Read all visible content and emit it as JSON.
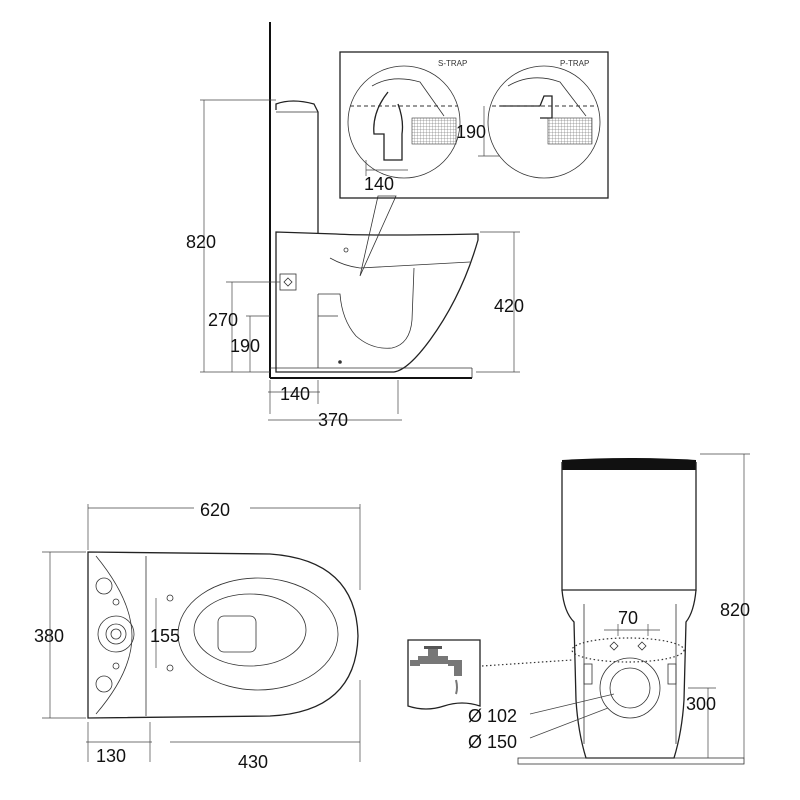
{
  "side_view": {
    "height_total": "820",
    "outlet_height": "420",
    "inlet_height": "270",
    "floor_outlet_height": "190",
    "wall_offset": "140",
    "depth_to_outlet": "370"
  },
  "trap_inset": {
    "s_trap_label": "S-TRAP",
    "p_trap_label": "P-TRAP",
    "s_trap_dim": "140",
    "p_trap_dim": "190"
  },
  "top_view": {
    "length": "620",
    "width": "380",
    "fixing_spacing": "155",
    "wall_to_centre": "130",
    "centre_to_front": "430"
  },
  "rear_view": {
    "height_total": "820",
    "hole_spacing": "70",
    "outlet_height": "300",
    "pipe_inner": "Ø 102",
    "pipe_outer": "Ø 150"
  }
}
